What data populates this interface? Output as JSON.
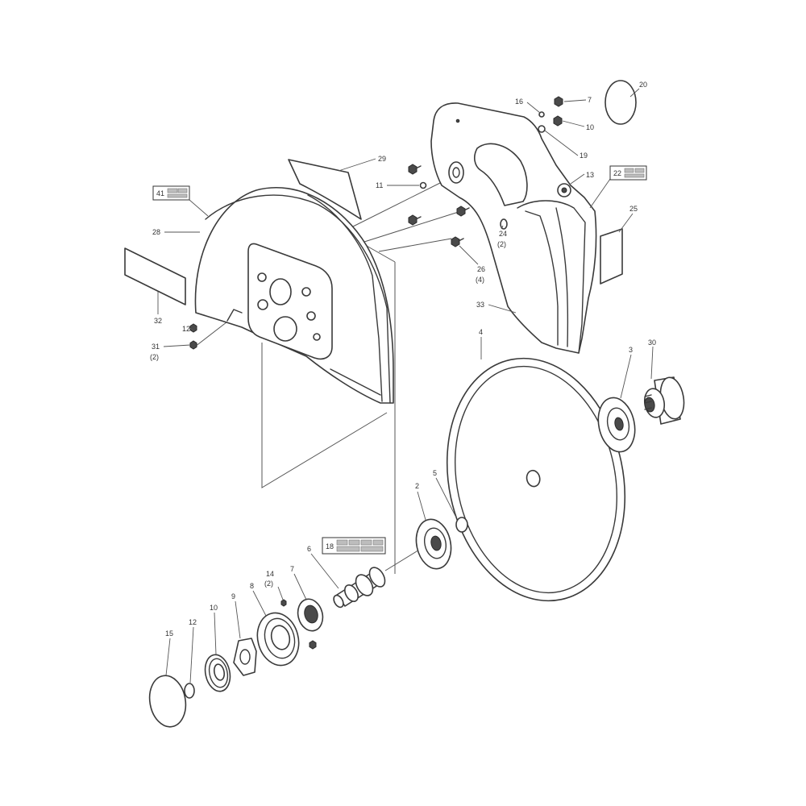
{
  "callouts": {
    "p20": "20",
    "p16": "16",
    "p7_top": "7",
    "p10_top": "10",
    "p19": "19",
    "p13": "13",
    "p29": "29",
    "p11": "11",
    "p28": "28",
    "p24": "24",
    "p24_qty": "(2)",
    "p26": "26",
    "p26_qty": "(4)",
    "p25": "25",
    "p33": "33",
    "p32": "32",
    "p12_left": "12",
    "p31": "31",
    "p31_qty": "(2)",
    "p4": "4",
    "p3": "3",
    "p30": "30",
    "p2": "2",
    "p5": "5",
    "p6": "6",
    "p14": "14",
    "p14_qty": "(2)",
    "p7_bottom": "7",
    "p8": "8",
    "p9": "9",
    "p10_bottom": "10",
    "p12_bottom": "12",
    "p15": "15"
  },
  "boxed_callouts": {
    "b41": "41",
    "b22": "22",
    "b18": "18"
  }
}
